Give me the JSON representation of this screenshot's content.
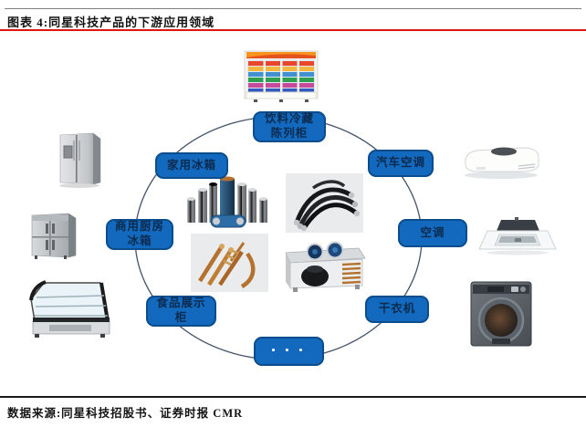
{
  "header": {
    "title": "图表 4:同星科技产品的下游应用领域"
  },
  "footer": {
    "source": "数据来源:同星科技招股书、证券时报 CMR"
  },
  "diagram": {
    "type": "hub-and-spoke ellipse of downstream application areas with product photos",
    "colors": {
      "node_fill": "#1269BE",
      "node_border": "#0A4C8C",
      "node_text": "#0D2B4E",
      "ellipse_stroke": "#44546A",
      "header_rule_red": "#E11414"
    },
    "nodes": {
      "beverage": {
        "label": "饮料冷藏\n陈列柜"
      },
      "home_fridge": {
        "label": "家用冰箱"
      },
      "auto_ac": {
        "label": "汽车空调"
      },
      "commercial_fridge": {
        "label": "商用厨房\n冰箱"
      },
      "ac": {
        "label": "空调"
      },
      "food_display": {
        "label": "食品展示\n柜"
      },
      "dryer": {
        "label": "干衣机"
      },
      "more": {
        "label": "▪ ▪ ▪"
      }
    },
    "images": {
      "outer": [
        "beverage-display-cabinet-photo",
        "home-refrigerator-photo",
        "rooftop-vehicle-ac-photo",
        "commercial-kitchen-fridge-photo",
        "cassette-ceiling-ac-photo",
        "countertop-food-display-photo",
        "clothes-dryer-photo"
      ],
      "center": [
        "filter-driers-photo",
        "rubber-hoses-photo",
        "copper-fittings-photo",
        "condensing-unit-photo"
      ]
    }
  }
}
